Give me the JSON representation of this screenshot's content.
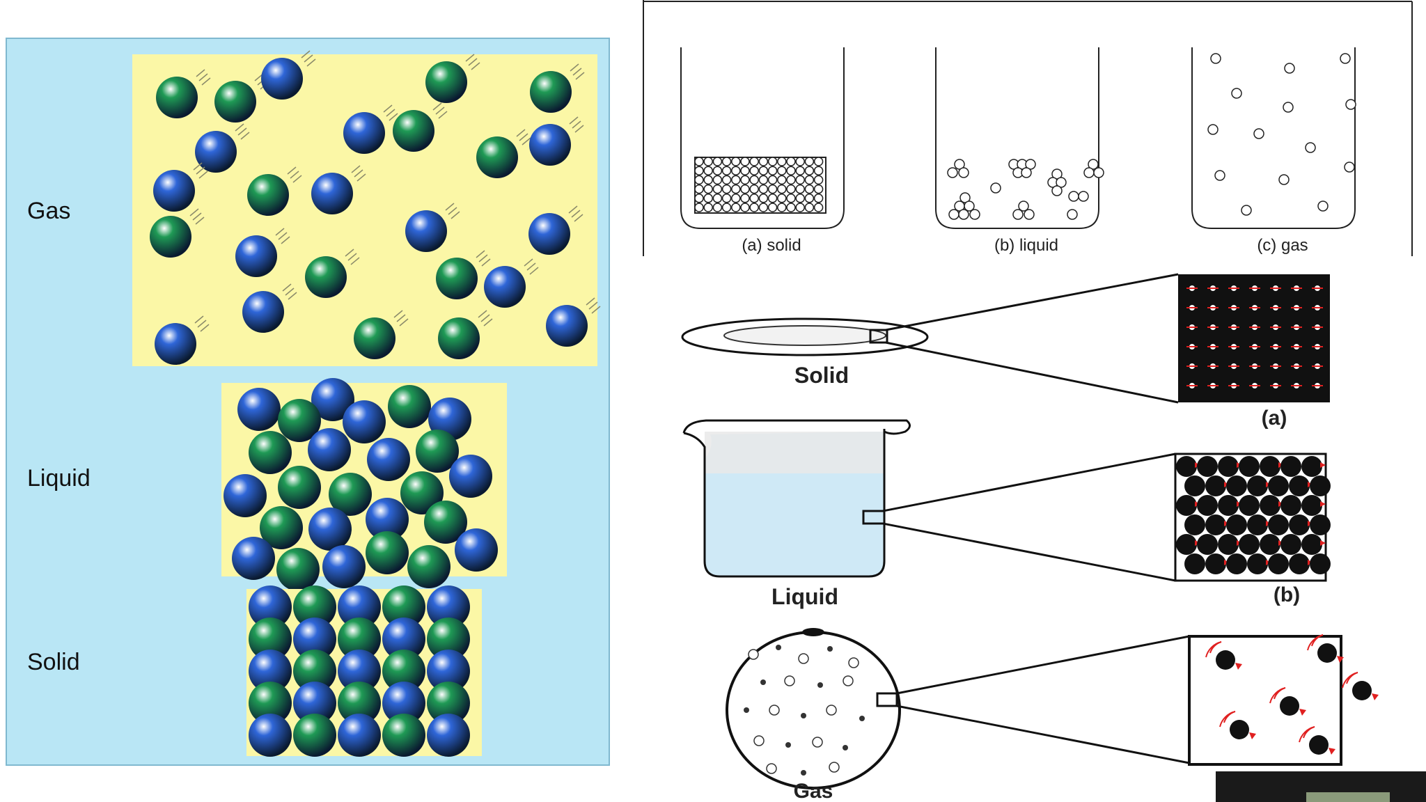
{
  "left_diagram": {
    "background_color": "#b9e6f5",
    "box_color": "#fbf7a6",
    "particle_colors": {
      "blue": "#2f66d8",
      "green": "#1f9a55"
    },
    "labels": {
      "gas": "Gas",
      "liquid": "Liquid",
      "solid": "Solid"
    }
  },
  "tube_diagram": {
    "captions": {
      "solid": "(a) solid",
      "liquid": "(b) liquid",
      "gas": "(c) gas"
    }
  },
  "magnified_diagram": {
    "labels": {
      "solid": "Solid",
      "liquid": "Liquid",
      "gas": "Gas"
    },
    "panel_labels": {
      "a": "(a)",
      "b": "(b)"
    },
    "accent_color": "#e02020"
  }
}
